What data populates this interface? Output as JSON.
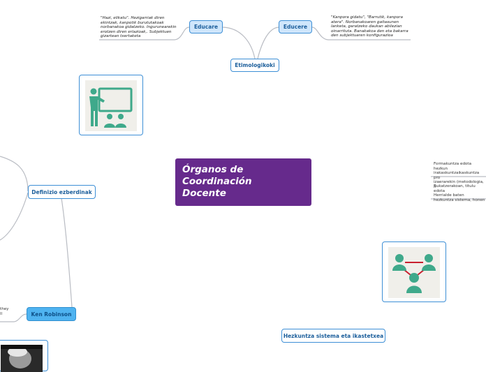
{
  "central": {
    "lines": [
      "Órganos de",
      "Coordinación",
      "Docente"
    ]
  },
  "nodes": {
    "etimologikoki": "Etimologikoki",
    "educare": "Educare",
    "educere": "Educere",
    "definizio": "Definizio ezberdinak",
    "ken": "Ken Robinson",
    "hezkuntza": "Hezkuntza sistema eta ikastetxea"
  },
  "notes": {
    "educare": [
      "\"Hazi, elikatu\". Hezigarriak diren",
      "ekintzak, kanpotik burututakoak",
      "norbanakoa gidatzeko. Ingurunearekin",
      "erotzen diren erlazioak,. Subjektuen",
      "gizartean txertaketa"
    ],
    "educere": [
      "\"Kanpora gidatu\", \"Barrutik, kanpora",
      "atera\". Norbanakoaren gaitasunen",
      "lanketa, garatzeko daukan abilezian",
      "oinarrituta. Banakakoa den eta bakarra",
      "den subjektuaren konfigurazioa"
    ],
    "right1": [
      "Formakuntza edota hezkun",
      "irakaskuntzaikaskuntza pro",
      "izaerarekin (metodologia, h"
    ],
    "right2": [
      "Bukatzerakoan, titulu edota",
      "Herrialde baten",
      " hezkuntza sistema, honen"
    ],
    "left": [
      "they",
      "ll"
    ]
  },
  "colors": {
    "central": "#662a8c",
    "border": "#3d8fd6",
    "text": "#1b5e9b",
    "icon": "#3fa98b",
    "accent": "#c8202f"
  },
  "icons": {
    "teacher": "teacher-board-icon",
    "group": "group-network-icon",
    "photo": "portrait-photo"
  }
}
